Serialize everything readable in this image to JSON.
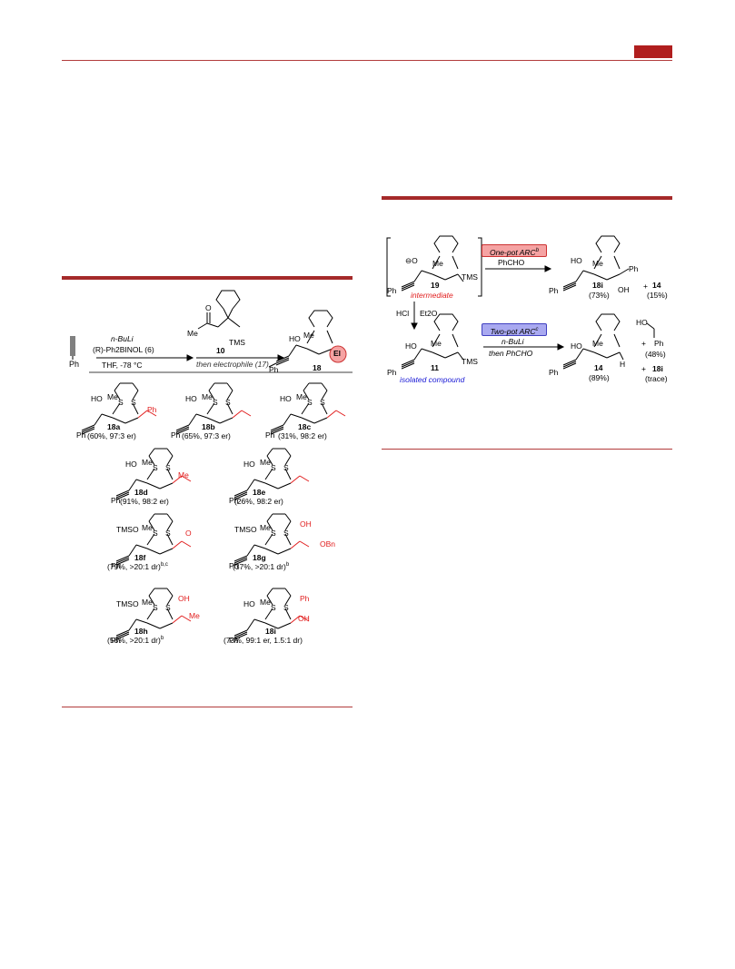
{
  "colors": {
    "accent": "#b01e1e",
    "highlight_red": "#e11d1d",
    "pink_box": "#f5a3a3",
    "blue_box": "#a9a9f0",
    "blue_text": "#1a1ad6"
  },
  "scheme1": {
    "sm_label": "Ph",
    "cond1": "n-BuLi",
    "cond2": "(R)-Ph2BINOL (6)",
    "cond3": "THF, -78 °C",
    "reagent_num": "10",
    "reagent_me": "Me",
    "reagent_o": "O",
    "reagent_tms": "TMS",
    "then_text": "then electrophile (17)",
    "product_num": "18",
    "el_label": "El",
    "ho": "HO",
    "me": "Me",
    "s": "S",
    "ph": "Ph"
  },
  "products": [
    {
      "id": "18a",
      "result": "(60%, 97:3 er)",
      "r": "Ph"
    },
    {
      "id": "18b",
      "result": "(65%, 97:3 er)"
    },
    {
      "id": "18c",
      "result": "(31%, 98:2 er)"
    },
    {
      "id": "18d",
      "result": "(91%, 98:2 er)",
      "r": "Me"
    },
    {
      "id": "18e",
      "result": "(26%, 98:2 er)"
    },
    {
      "id": "18f",
      "result": "(79%, >20:1 dr)",
      "sup": "b,c",
      "o": "O"
    },
    {
      "id": "18g",
      "result": "(37%, >20:1 dr)",
      "sup": "b",
      "oh": "OH",
      "obn": "OBn"
    },
    {
      "id": "18h",
      "result": "(58%, >20:1 dr)",
      "sup": "b",
      "oh": "OH",
      "me": "Me"
    },
    {
      "id": "18i",
      "result": "(73%, 99:1 er, 1.5:1 dr)",
      "oh": "OH",
      "ph": "Ph"
    }
  ],
  "tmso": "TMSO",
  "scheme2": {
    "o_minus": "⊖O",
    "num19": "19",
    "intermediate": "intermediate",
    "onepot": "One-pot ARC",
    "onepot_sup": "b",
    "phcho": "PhCHO",
    "p18i": "18i",
    "p18i_yield": "(73%)",
    "plus": "+",
    "p14": "14",
    "p14_yield": "(15%)",
    "hcl": "HCl",
    "et2o": "Et2O",
    "num11": "11",
    "isolated": "isolated compound",
    "twopot": "Two-pot ARC",
    "twopot_sup": "c",
    "nbuli": "n-BuLi",
    "then_phcho": "then PhCHO",
    "q14": "14",
    "q14_yield": "(89%)",
    "benzyl_yield": "(48%)",
    "q18i": "18i",
    "q18i_yield": "(trace)",
    "h": "H",
    "tms": "TMS"
  }
}
